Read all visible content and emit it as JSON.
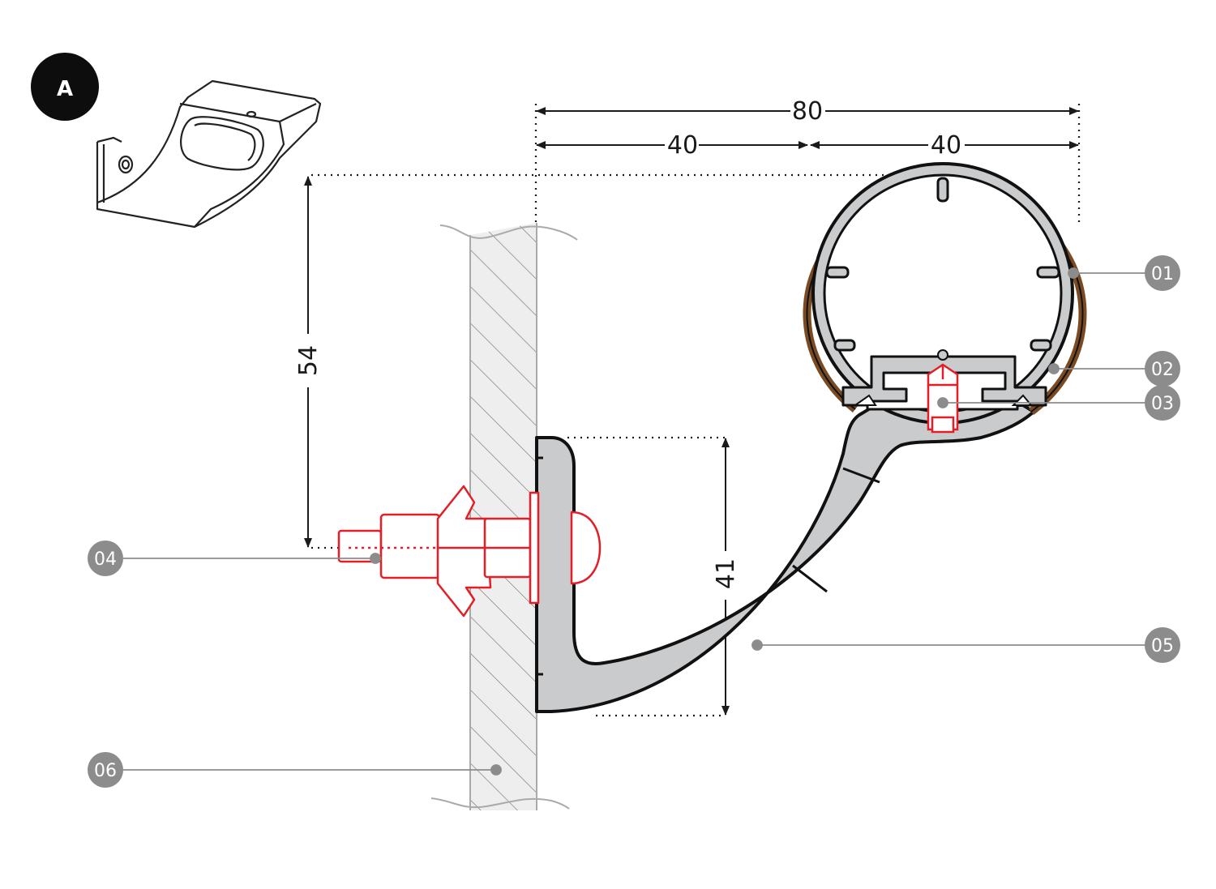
{
  "figure_badge": "A",
  "dimensions": {
    "overall_width": "80",
    "half_left": "40",
    "half_right": "40",
    "rail_height": "54",
    "bracket_height": "41"
  },
  "parts": [
    {
      "id": "01",
      "label": "01"
    },
    {
      "id": "02",
      "label": "02"
    },
    {
      "id": "03",
      "label": "03"
    },
    {
      "id": "04",
      "label": "04"
    },
    {
      "id": "05",
      "label": "05"
    },
    {
      "id": "06",
      "label": "06"
    }
  ],
  "colors": {
    "profile": "#c9cbcd",
    "wood": "#7a4a22",
    "fastener": "#e41e26",
    "wall": "#e8e8e8",
    "callout": "#8c8c8c"
  }
}
